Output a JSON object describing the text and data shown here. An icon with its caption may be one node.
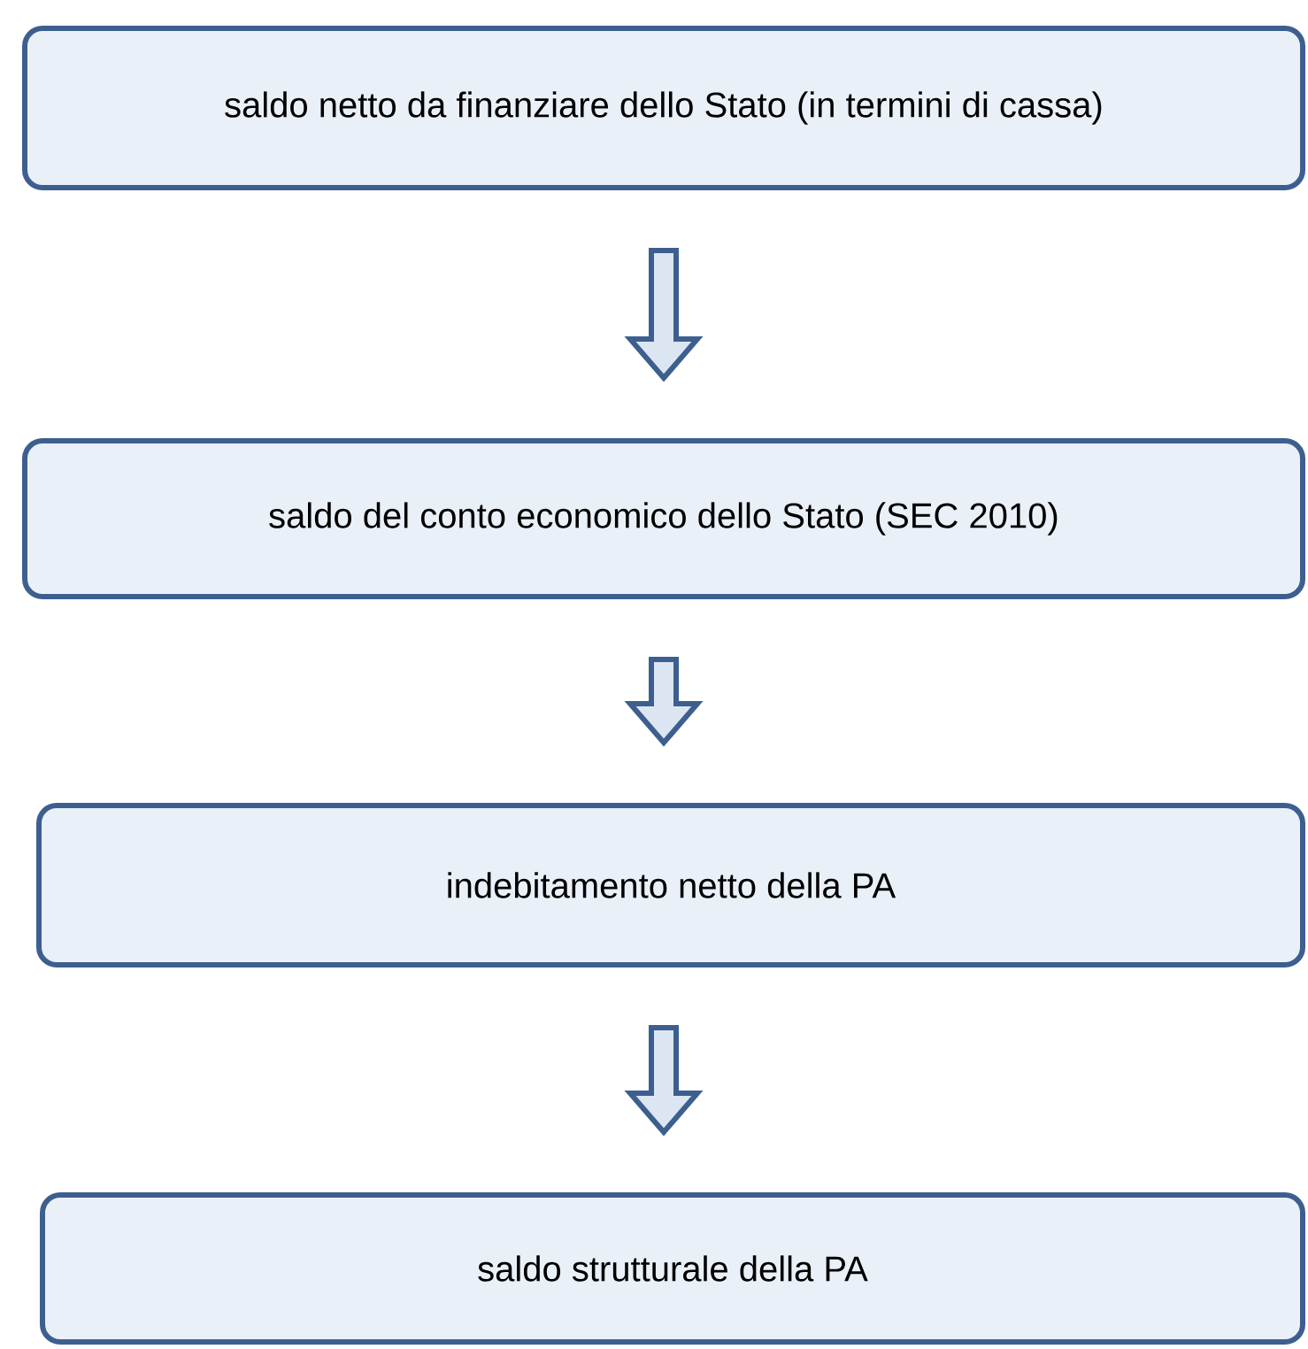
{
  "diagram": {
    "nodes": [
      {
        "text": [
          "saldo netto da finanziare dello Stato (in termini di cassa)"
        ]
      },
      {
        "text": [
          "saldo del conto economico dello Stato (SEC 2010)"
        ]
      },
      {
        "text": [
          "indebitamento netto della PA"
        ]
      },
      {
        "text": [
          "saldo strutturale della PA"
        ]
      }
    ],
    "edges": [
      {
        "from": 0,
        "to": 1,
        "arrow": "to"
      },
      {
        "from": 1,
        "to": 2,
        "arrow": "to"
      },
      {
        "from": 2,
        "to": 3,
        "arrow": "to"
      }
    ]
  }
}
